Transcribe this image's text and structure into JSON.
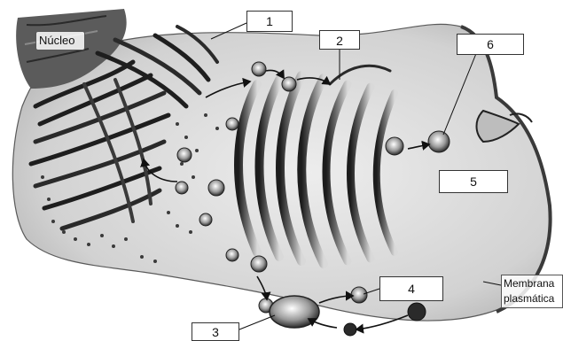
{
  "labels": {
    "nucleo": "Núcleo",
    "n1": "1",
    "n2": "2",
    "n3": "3",
    "n4": "4",
    "n5": "5",
    "n6": "6",
    "membrana_line1": "Membrana",
    "membrana_line2": "plasmática"
  },
  "colors": {
    "background": "#ffffff",
    "cytoplasm": "#d8d8d8",
    "membrane_dark": "#2b2b2b",
    "organelle_mid": "#7a7a7a",
    "label_border": "#333333"
  }
}
